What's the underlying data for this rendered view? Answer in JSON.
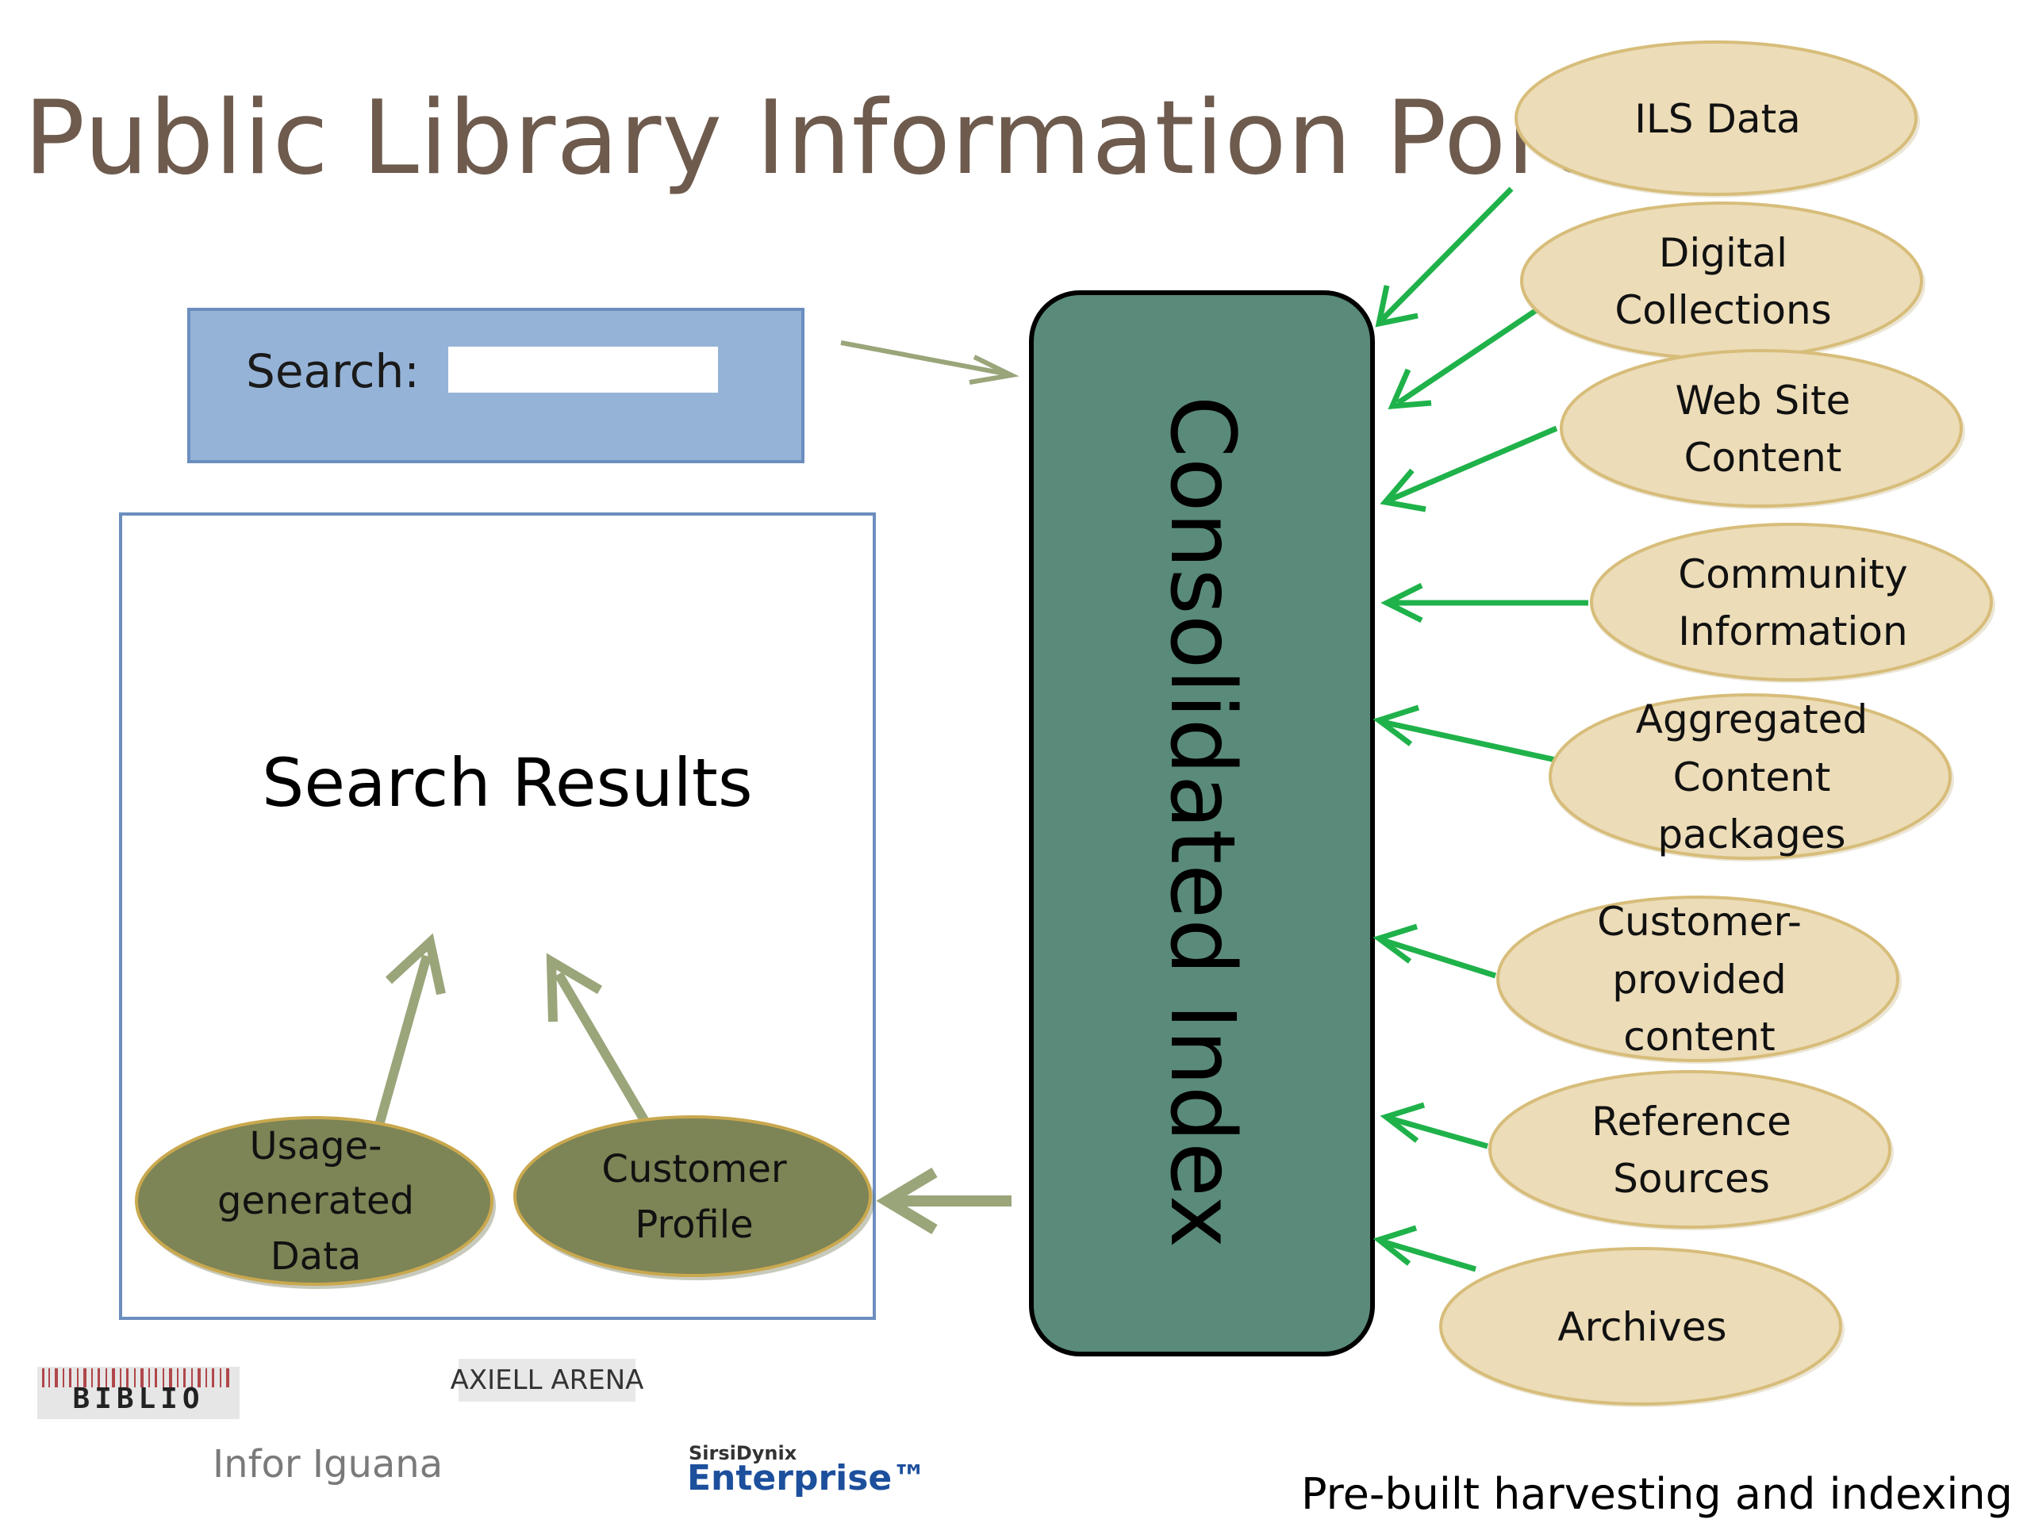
{
  "title": "Public Library Information Portal",
  "search": {
    "label": "Search:",
    "value": ""
  },
  "results_title": "Search Results",
  "index_label": "Consolidated Index",
  "sources": [
    "ILS Data",
    "Digital\nCollections",
    "Web Site\nContent",
    "Community\nInformation",
    "Aggregated\nContent\npackages",
    "Customer-\nprovided\ncontent",
    "Reference\nSources",
    "Archives"
  ],
  "profile_nodes": [
    "Usage-\ngenerated\nData",
    "Customer\nProfile"
  ],
  "caption": "Pre-built harvesting and indexing",
  "logos": {
    "biblio": "BIBLIO",
    "axiell": "AXIELL ARENA",
    "infor": "Infor Iguana",
    "sirsi_small": "SirsiDynix",
    "sirsi_big": "Enterprise™"
  },
  "colors": {
    "source_fill": "#ecdcb8",
    "source_stroke": "#d7bd7a",
    "profile_fill": "#7d8456",
    "profile_stroke": "#c9a84e",
    "green_arrow": "#1fb24a",
    "olive_arrow": "#9aa57a",
    "index_fill": "#5a8a7a"
  }
}
